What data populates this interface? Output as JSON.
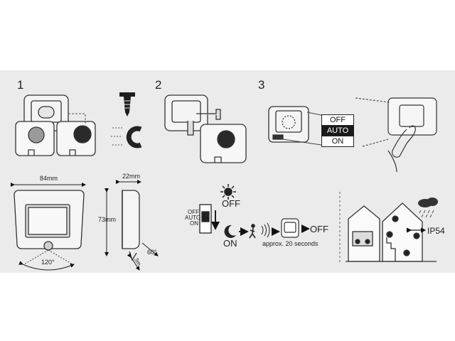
{
  "steps": [
    "1",
    "2",
    "3"
  ],
  "switch_modes": [
    "OFF",
    "AUTO",
    "ON"
  ],
  "active_mode": "AUTO",
  "dimensions": {
    "width": "84mm",
    "height": "73mm",
    "depth": "22mm",
    "detection_angle": "120°",
    "tilt_angle": "60°",
    "range": "3m"
  },
  "operation": {
    "switch_labels": [
      "OFF",
      "AUTO",
      "ON"
    ],
    "day_state": "OFF",
    "night_state": "ON",
    "end_state": "OFF",
    "delay": "approx. 20 seconds"
  },
  "rating": "IP54",
  "icons": [
    "screw-icon",
    "magnet-icon",
    "sun-icon",
    "moon-icon",
    "person-walking-icon",
    "motion-waves-icon",
    "arrow-icon",
    "rain-cloud-icon",
    "hand-icon",
    "house-icon"
  ],
  "colors": {
    "background": "#ebebeb",
    "ink": "#222222",
    "highlight": "#1a1a1a"
  }
}
